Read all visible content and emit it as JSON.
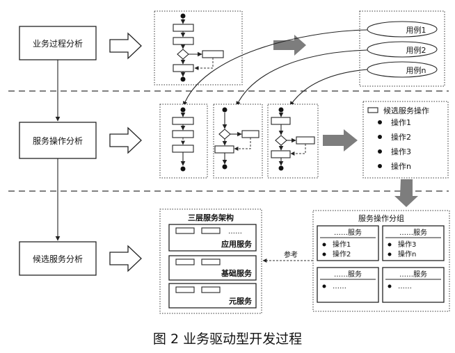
{
  "stages": [
    "业务过程分析",
    "服务操作分析",
    "候选服务分析"
  ],
  "use_cases": [
    "用例1",
    "用例2",
    "用例n"
  ],
  "candidate_ops": {
    "title": "候选服务操作",
    "items": [
      "操作1",
      "操作2",
      "操作3",
      "操作n"
    ]
  },
  "architecture": {
    "title": "三层服务架构",
    "ellipsis": "……",
    "layers": [
      "应用服务",
      "基础服务",
      "元服务"
    ]
  },
  "grouping": {
    "title": "服务操作分组",
    "groups": [
      {
        "header": "……服务",
        "items": [
          "操作1",
          "操作2"
        ]
      },
      {
        "header": "……服务",
        "items": [
          "操作3",
          "操作n"
        ]
      },
      {
        "header": "……服务",
        "items": [
          "……"
        ]
      },
      {
        "header": "……服务",
        "items": [
          "……"
        ]
      }
    ]
  },
  "reference_label": "参考",
  "caption": "图 2  业务驱动型开发过程",
  "colors": {
    "arrow_grey": "#7d7d7d",
    "stroke": "#222222"
  }
}
